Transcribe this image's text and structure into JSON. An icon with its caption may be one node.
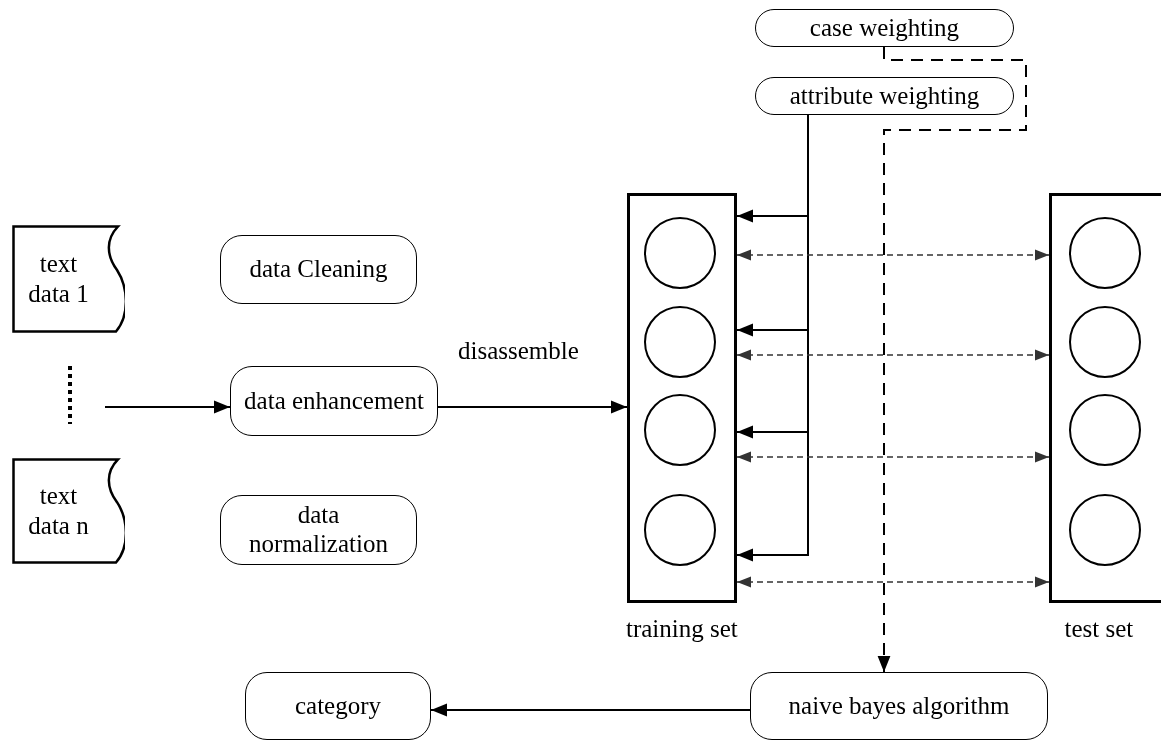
{
  "diagram": {
    "nodes": [
      {
        "text": [
          "text data 1"
        ]
      },
      {
        "text": [
          "text data n"
        ]
      },
      {
        "text": [
          "data Cleaning"
        ]
      },
      {
        "text": [
          "data enhancement"
        ]
      },
      {
        "text": [
          "data normalization"
        ]
      },
      {
        "text": [
          "case weighting"
        ]
      },
      {
        "text": [
          "attribute weighting"
        ]
      },
      {
        "text": [
          "training set"
        ]
      },
      {
        "text": [],
        "shape": "circle",
        "in": 7
      },
      {
        "text": [],
        "shape": "circle",
        "in": 7
      },
      {
        "text": [],
        "shape": "circle",
        "in": 7
      },
      {
        "text": [],
        "shape": "circle",
        "in": 7
      },
      {
        "text": [
          "test set"
        ]
      },
      {
        "text": [],
        "shape": "circle",
        "in": 12
      },
      {
        "text": [],
        "shape": "circle",
        "in": 12
      },
      {
        "text": [],
        "shape": "circle",
        "in": 12
      },
      {
        "text": [],
        "shape": "circle",
        "in": 12
      },
      {
        "text": [
          "naive bayes algorithm"
        ]
      },
      {
        "text": [
          "category"
        ]
      }
    ],
    "edges": [
      {
        "from": null,
        "to": 3,
        "arrow": "to"
      },
      {
        "from": 3,
        "to": 7,
        "arrow": "to",
        "label": "disassemble"
      },
      {
        "from": 6,
        "to": 7,
        "arrow": "to"
      },
      {
        "from": 6,
        "to": 7,
        "arrow": "to"
      },
      {
        "from": 6,
        "to": 7,
        "arrow": "to"
      },
      {
        "from": 6,
        "to": 7,
        "arrow": "to"
      },
      {
        "from": 7,
        "to": 12,
        "arrow": "both",
        "style": "dashed"
      },
      {
        "from": 7,
        "to": 12,
        "arrow": "both",
        "style": "dashed"
      },
      {
        "from": 7,
        "to": 12,
        "arrow": "both",
        "style": "dashed"
      },
      {
        "from": 7,
        "to": 12,
        "arrow": "both",
        "style": "dashed"
      },
      {
        "from": 5,
        "to": 17,
        "arrow": "to",
        "style": "dashed"
      },
      {
        "from": 17,
        "to": 18,
        "arrow": "to"
      }
    ]
  }
}
